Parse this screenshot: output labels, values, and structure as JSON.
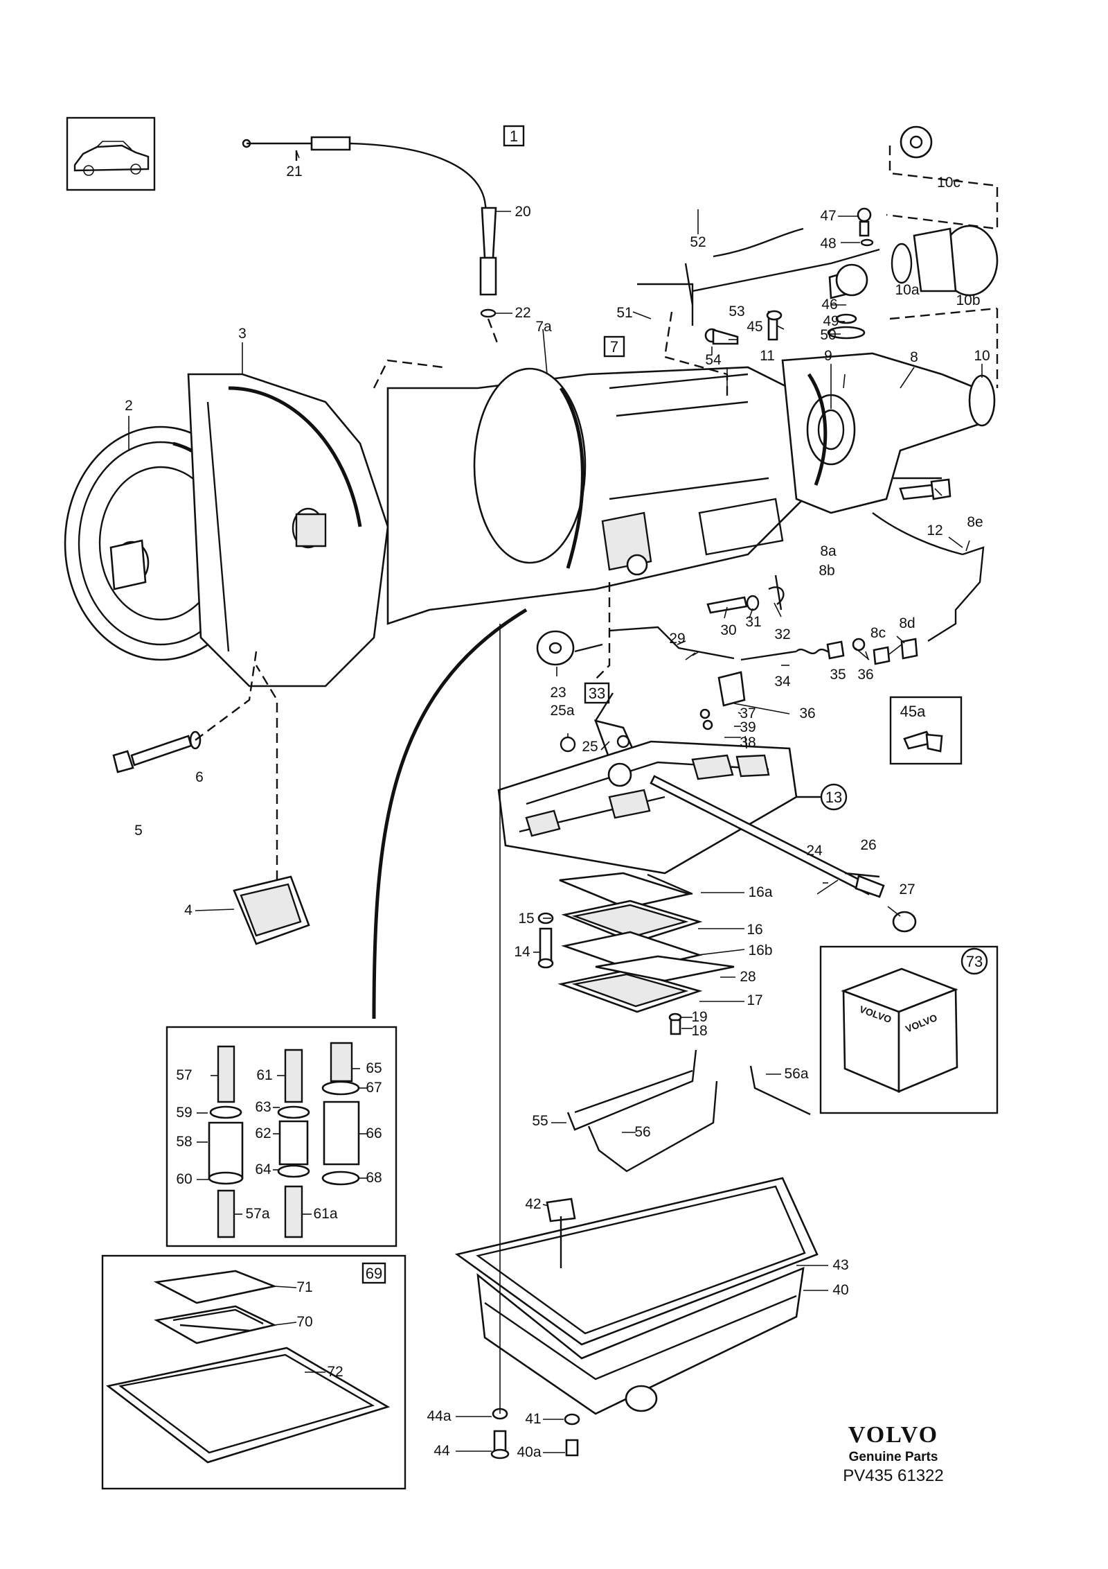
{
  "diagram": {
    "group_boxes": [
      "1",
      "7",
      "33",
      "69"
    ],
    "circled_refs": [
      "13",
      "73"
    ],
    "inset_box_label": "45a",
    "product_box_text": "VOLVO",
    "part_labels": {
      "p2": "2",
      "p3": "3",
      "p4": "4",
      "p5": "5",
      "p6": "6",
      "p7a": "7a",
      "p8": "8",
      "p8a": "8a",
      "p8b": "8b",
      "p8c": "8c",
      "p8d": "8d",
      "p8e": "8e",
      "p9": "9",
      "p10": "10",
      "p10a": "10a",
      "p10b": "10b",
      "p10c": "10c",
      "p11": "11",
      "p12": "12",
      "p14": "14",
      "p15": "15",
      "p16": "16",
      "p16a": "16a",
      "p16b": "16b",
      "p17": "17",
      "p18": "18",
      "p19": "19",
      "p20": "20",
      "p21": "21",
      "p22": "22",
      "p23": "23",
      "p24": "24",
      "p25": "25",
      "p25a": "25a",
      "p26": "26",
      "p27": "27",
      "p28": "28",
      "p29": "29",
      "p30": "30",
      "p31": "31",
      "p32": "32",
      "p34": "34",
      "p35": "35",
      "p36a": "36",
      "p36b": "36",
      "p37": "37",
      "p38": "38",
      "p39": "39",
      "p40": "40",
      "p40a": "40a",
      "p41": "41",
      "p42": "42",
      "p43": "43",
      "p44": "44",
      "p44a": "44a",
      "p45": "45",
      "p46": "46",
      "p47": "47",
      "p48": "48",
      "p49": "49",
      "p50": "50",
      "p51": "51",
      "p52": "52",
      "p53": "53",
      "p54": "54",
      "p55": "55",
      "p56": "56",
      "p56a": "56a",
      "p57": "57",
      "p57a": "57a",
      "p58": "58",
      "p59": "59",
      "p60": "60",
      "p61": "61",
      "p61a": "61a",
      "p62": "62",
      "p63": "63",
      "p64": "64",
      "p65": "65",
      "p66": "66",
      "p67": "67",
      "p68": "68",
      "p70": "70",
      "p71": "71",
      "p72": "72"
    }
  },
  "footer": {
    "brand": "VOLVO",
    "subtitle": "Genuine Parts",
    "code": "PV435  61322"
  }
}
